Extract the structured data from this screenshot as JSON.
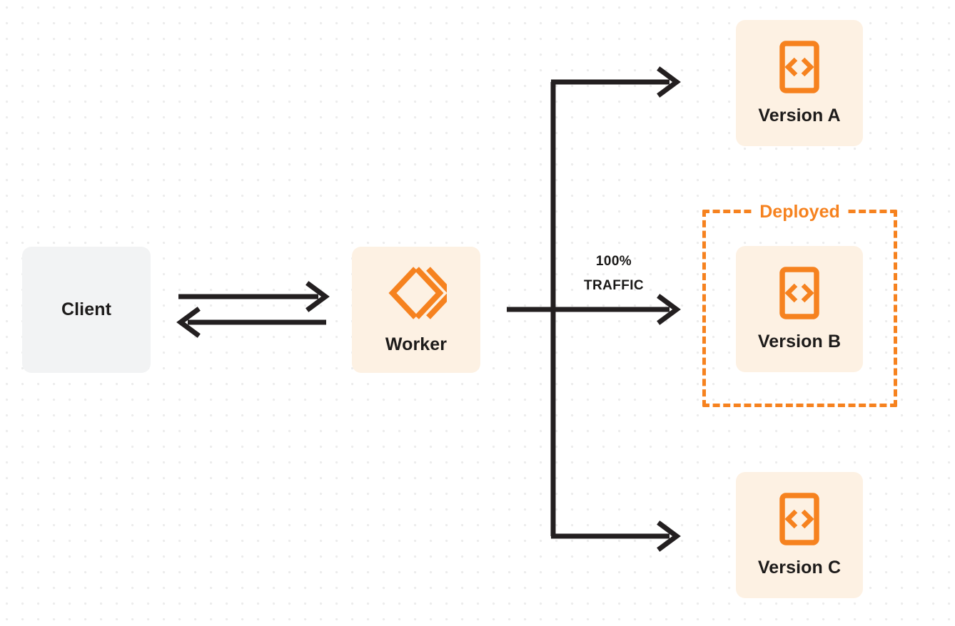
{
  "diagram": {
    "title": "Worker version traffic routing",
    "background": {
      "color": "#ffffff",
      "dot_color": "#ececec",
      "dot_spacing": 22
    },
    "colors": {
      "orange": "#f6821f",
      "orange_tint": "#fdf1e3",
      "gray_tint": "#f2f3f4",
      "ink": "#231f20",
      "text": "#1d1b1a"
    },
    "nodes": {
      "client": {
        "label": "Client",
        "fill": "#f2f3f4"
      },
      "worker": {
        "label": "Worker",
        "fill": "#fdf1e3",
        "icon": "cloudflare-workers-icon"
      },
      "version_a": {
        "label": "Version A",
        "fill": "#fdf1e3",
        "icon": "code-file-icon"
      },
      "version_b": {
        "label": "Version B",
        "fill": "#fdf1e3",
        "icon": "code-file-icon"
      },
      "version_c": {
        "label": "Version C",
        "fill": "#fdf1e3",
        "icon": "code-file-icon"
      }
    },
    "groups": {
      "deployed": {
        "label": "Deployed",
        "border_style": "dashed",
        "border_color": "#f6821f",
        "contains": "Version B"
      }
    },
    "edges": {
      "traffic": {
        "percent": "100%",
        "unit": "TRAFFIC",
        "target": "Version B"
      },
      "client_to_worker": "request",
      "worker_to_client": "response",
      "worker_to_version_a": "branch",
      "worker_to_version_c": "branch"
    }
  }
}
